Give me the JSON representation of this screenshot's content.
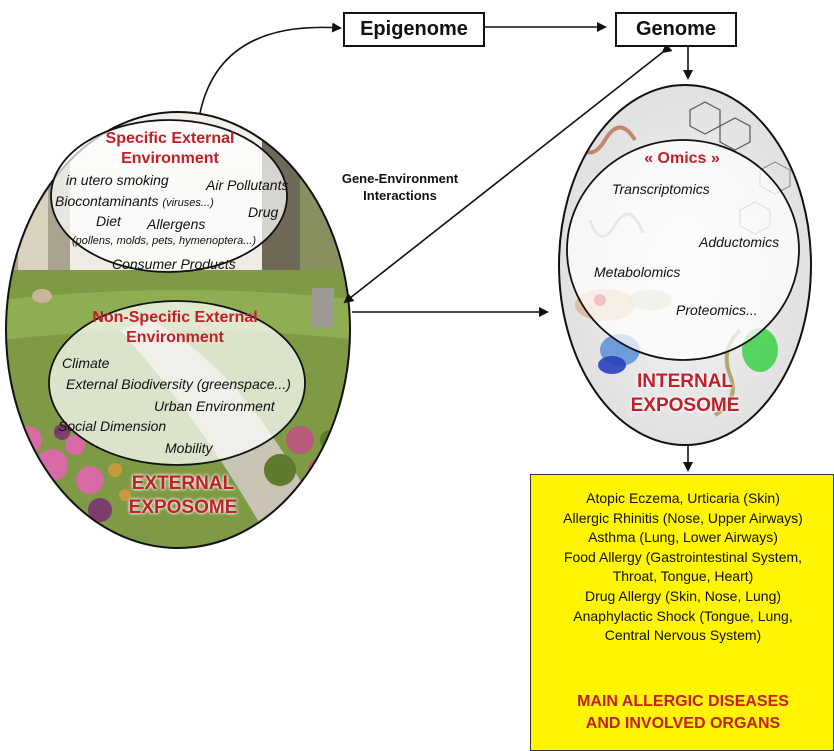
{
  "top": {
    "epigenome_label": "Epigenome",
    "genome_label": "Genome",
    "gene_env_label": "Gene-Environment Interactions"
  },
  "external": {
    "specific_title": "Specific External Environment",
    "specific_items": {
      "in_utero": "in utero smoking",
      "air_pollutants": "Air Pollutants",
      "biocontaminants": "Biocontaminants",
      "biocontaminants_note": "(viruses...)",
      "drug": "Drug",
      "diet": "Diet",
      "allergens": "Allergens",
      "allergens_note": "(pollens, molds, pets, hymenoptera...)",
      "consumer_products": "Consumer Products"
    },
    "nonspecific_title": "Non-Specific External Environment",
    "nonspecific_items": {
      "climate": "Climate",
      "biodiversity": "External Biodiversity (greenspace...)",
      "urban": "Urban Environment",
      "social": "Social Dimension",
      "mobility": "Mobility"
    },
    "label_line1": "EXTERNAL",
    "label_line2": "EXPOSOME"
  },
  "internal": {
    "omics_title": "« Omics »",
    "items": {
      "transcriptomics": "Transcriptomics",
      "adductomics": "Adductomics",
      "metabolomics": "Metabolomics",
      "proteomics": "Proteomics..."
    },
    "label_line1": "INTERNAL",
    "label_line2": "EXPOSOME"
  },
  "diseases": {
    "lines": [
      "Atopic Eczema, Urticaria (Skin)",
      "Allergic Rhinitis (Nose, Upper Airways)",
      "Asthma (Lung, Lower Airways)",
      "Food Allergy (Gastrointestinal System,",
      "Throat, Tongue, Heart)",
      "Drug Allergy (Skin, Nose, Lung)",
      "Anaphylactic Shock (Tongue, Lung,",
      "Central Nervous System)"
    ],
    "title_line1": "MAIN ALLERGIC DISEASES",
    "title_line2": "AND INVOLVED ORGANS"
  },
  "colors": {
    "red": "#c0202a",
    "yellow": "#fff500",
    "grass": "#6f8a3a"
  }
}
